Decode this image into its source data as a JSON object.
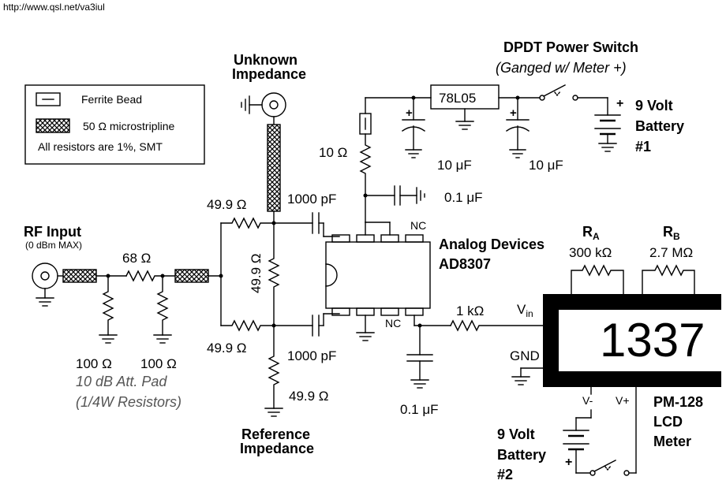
{
  "header": {
    "url": "http://www.qsl.net/va3iul"
  },
  "legend": {
    "ferrite_bead": "Ferrite Bead",
    "microstrip": "50 Ω microstripline",
    "resistor_note": "All resistors are 1%, SMT"
  },
  "labels": {
    "rf_input": "RF Input",
    "rf_input_sub": "(0 dBm MAX)",
    "unknown_impedance_1": "Unknown",
    "unknown_impedance_2": "Impedance",
    "reference_impedance_1": "Reference",
    "reference_impedance_2": "Impedance",
    "dpdt_title": "DPDT Power Switch",
    "dpdt_sub": "(Ganged w/ Meter +)",
    "regulator": "78L05",
    "battery1_a": "9 Volt",
    "battery1_b": "Battery",
    "battery1_c": "#1",
    "battery2_a": "9 Volt",
    "battery2_b": "Battery",
    "battery2_c": "#2",
    "ic_maker": "Analog Devices",
    "ic_part": "AD8307",
    "nc_top": "NC",
    "nc_bottom": "NC",
    "vin_v": "V",
    "vin_sub": "in",
    "gnd": "GND",
    "vminus": "V-",
    "vplus": "V+",
    "meter_a": "PM-128",
    "meter_b": "LCD",
    "meter_c": "Meter",
    "ra_r": "R",
    "ra_sub": "A",
    "rb_r": "R",
    "rb_sub": "B",
    "lcd_display": "1337",
    "att_pad_1": "10 dB Att. Pad",
    "att_pad_2": "(1/4W Resistors)",
    "plus": "+"
  },
  "values": {
    "r_10": "10 Ω",
    "c_10uf_a": "10 μF",
    "c_10uf_b": "10 μF",
    "c_01uf_top": "0.1 μF",
    "c_01uf_bottom": "0.1 μF",
    "r_499_top": "49.9 Ω",
    "r_499_bottom": "49.9 Ω",
    "r_499_mid": "49.9 Ω",
    "r_499_ref": "49.9 Ω",
    "c_1000pf_top": "1000 pF",
    "c_1000pf_bottom": "1000 pF",
    "r_68": "68 Ω",
    "r_100_a": "100 Ω",
    "r_100_b": "100 Ω",
    "r_1k": "1 kΩ",
    "ra_value": "300 kΩ",
    "rb_value": "2.7 MΩ"
  }
}
